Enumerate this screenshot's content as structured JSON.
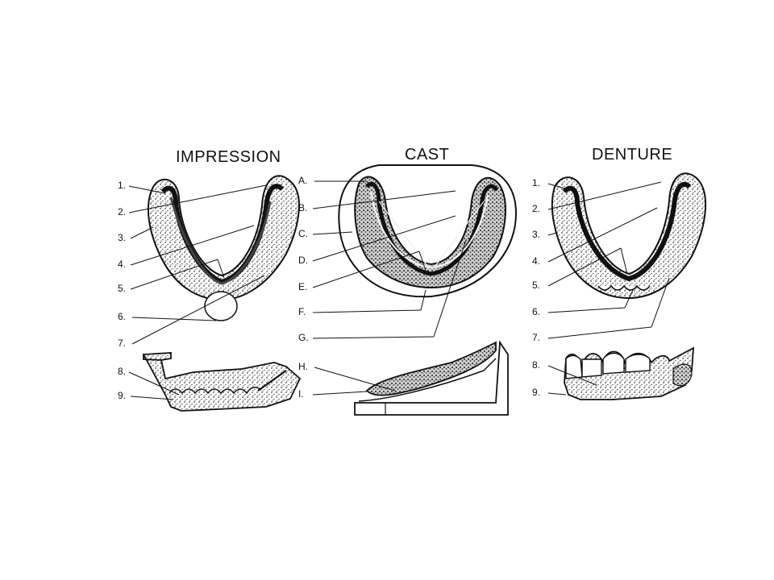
{
  "panels": [
    {
      "title": "IMPRESSION",
      "labels": [
        "1.",
        "2.",
        "3.",
        "4.",
        "5.",
        "6.",
        "7.",
        "8.",
        "9."
      ]
    },
    {
      "title": "CAST",
      "labels": [
        "A.",
        "B.",
        "C.",
        "D.",
        "E.",
        "F.",
        "G.",
        "H.",
        "I."
      ]
    },
    {
      "title": "DENTURE",
      "labels": [
        "1.",
        "2.",
        "3.",
        "4.",
        "5.",
        "6.",
        "7.",
        "8.",
        "9."
      ]
    }
  ],
  "colors": {
    "ink": "#111111",
    "stipple": "#555555",
    "background": "#ffffff"
  }
}
